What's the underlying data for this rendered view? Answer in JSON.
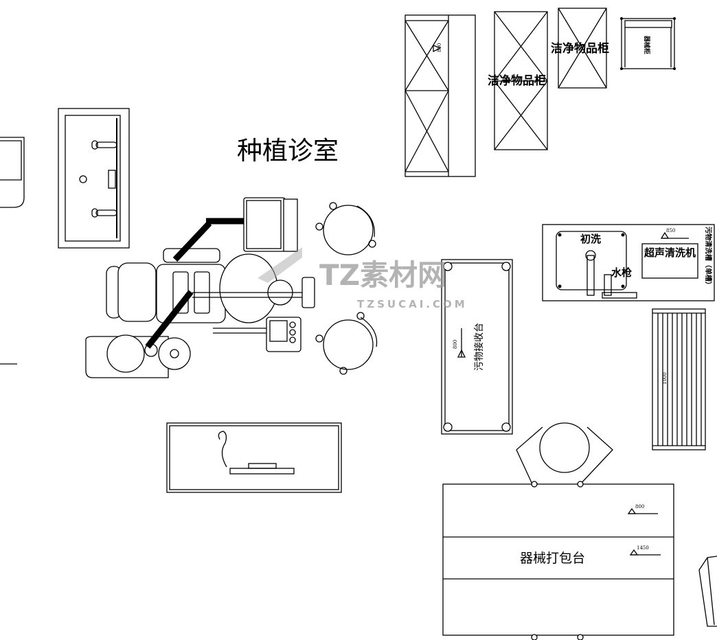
{
  "title": "种植诊室",
  "rooms_items": {
    "clean_cabinet_1": "洁净物品柜",
    "clean_cabinet_2": "洁净物品柜",
    "small_cabinet": "器械柜",
    "initial_wash": "初洗",
    "water_gun": "水枪",
    "ultrasonic_cleaner": "超声清洗机",
    "dirty_sink": "污物清洗槽（单槽）",
    "dirty_receiving_table": "污物接收台",
    "packing_table": "器械打包台"
  },
  "dimensions": {
    "tall_cabinet": "800",
    "sink_station": "850",
    "receiving_table": "800",
    "radiator": "1000",
    "packing_table_upper": "800",
    "packing_table_middle": "1450"
  },
  "watermark": {
    "logo": "TZ素材网",
    "url": "TZSUCAI.COM"
  }
}
